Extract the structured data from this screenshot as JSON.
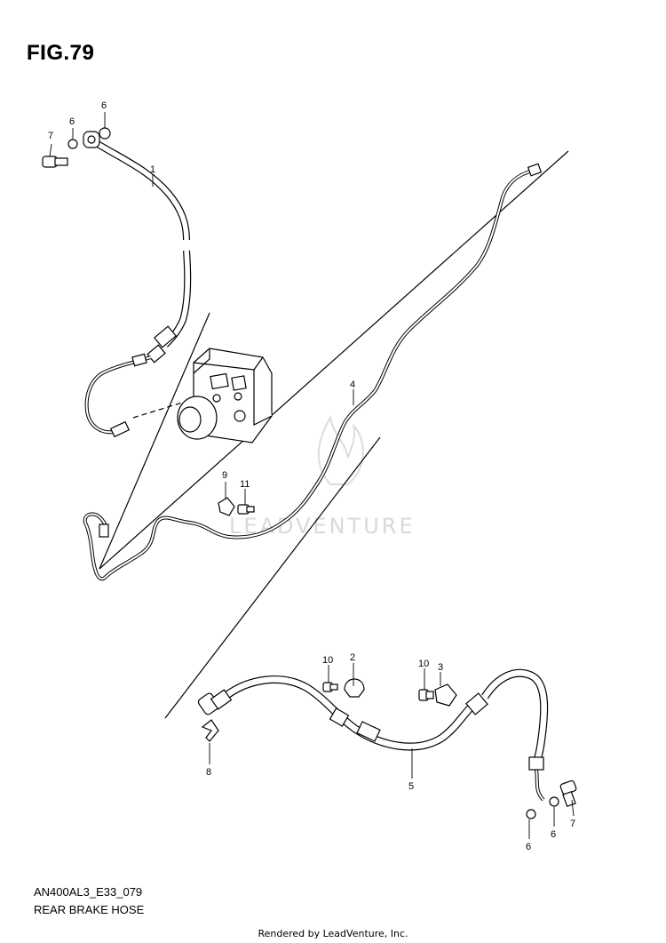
{
  "figure": {
    "title": "FIG.79",
    "code": "AN400AL3_E33_079",
    "name": "REAR BRAKE HOSE",
    "rendered_by": "Rendered by LeadVenture, Inc.",
    "watermark": "LEADVENTURE"
  },
  "callouts": [
    "7",
    "6",
    "6",
    "1",
    "4",
    "9",
    "11",
    "10",
    "2",
    "10",
    "3",
    "8",
    "5",
    "6",
    "6",
    "7"
  ],
  "colors": {
    "line": "#000000",
    "watermark": "#d9d9d9"
  }
}
